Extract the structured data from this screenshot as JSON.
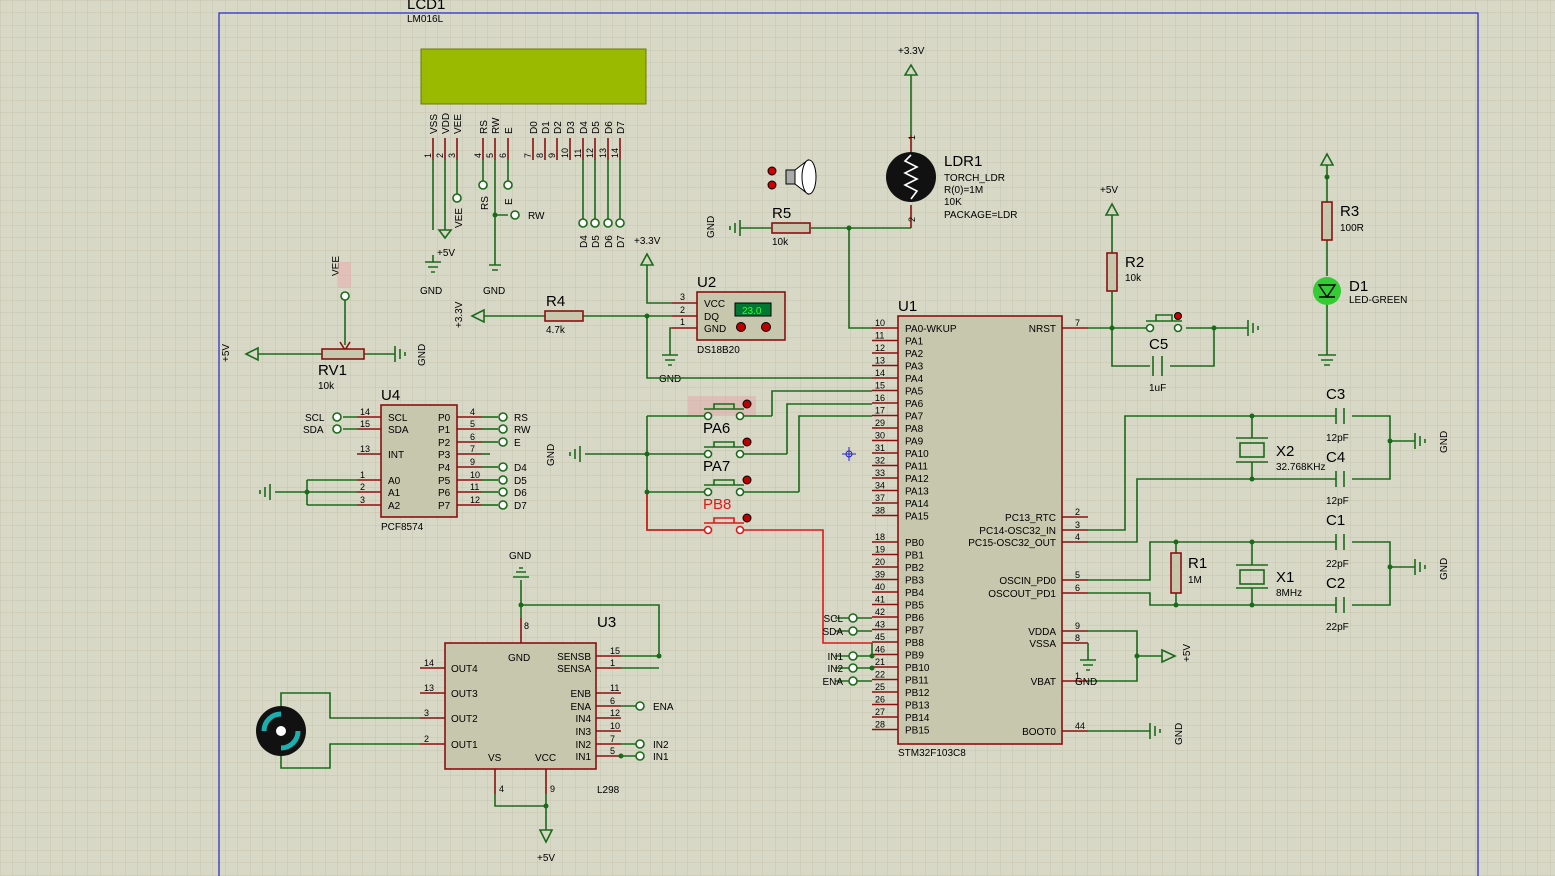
{
  "lcd": {
    "ref": "LCD1",
    "part": "LM016L",
    "pins": [
      "VSS",
      "VDD",
      "VEE",
      "RS",
      "RW",
      "E",
      "D0",
      "D1",
      "D2",
      "D3",
      "D4",
      "D5",
      "D6",
      "D7"
    ],
    "pin_nums": [
      "1",
      "2",
      "3",
      "4",
      "5",
      "6",
      "7",
      "8",
      "9",
      "10",
      "11",
      "12",
      "13",
      "14"
    ],
    "term_rs": "RS",
    "term_e": "E",
    "term_rw": "RW",
    "term_vee": "VEE",
    "term_d": [
      "D4",
      "D5",
      "D6",
      "D7"
    ]
  },
  "power": {
    "p33": "+3.3V",
    "p5": "+5V",
    "gnd": "GND",
    "vee": "VEE"
  },
  "u1": {
    "ref": "U1",
    "part": "STM32F103C8",
    "left_pins": [
      "PA0-WKUP",
      "PA1",
      "PA2",
      "PA3",
      "PA4",
      "PA5",
      "PA6",
      "PA7",
      "PA8",
      "PA9",
      "PA10",
      "PA11",
      "PA12",
      "PA13",
      "PA14",
      "PA15",
      "PB0",
      "PB1",
      "PB2",
      "PB3",
      "PB4",
      "PB5",
      "PB6",
      "PB7",
      "PB8",
      "PB9",
      "PB10",
      "PB11",
      "PB12",
      "PB13",
      "PB14",
      "PB15"
    ],
    "left_nums": [
      "10",
      "11",
      "12",
      "13",
      "14",
      "15",
      "16",
      "17",
      "29",
      "30",
      "31",
      "32",
      "33",
      "34",
      "37",
      "38",
      "18",
      "19",
      "20",
      "39",
      "40",
      "41",
      "42",
      "43",
      "45",
      "46",
      "21",
      "22",
      "25",
      "26",
      "27",
      "28"
    ],
    "right_pins": [
      "NRST",
      "PC13_RTC",
      "PC14-OSC32_IN",
      "PC15-OSC32_OUT",
      "OSCIN_PD0",
      "OSCOUT_PD1",
      "VDDA",
      "VSSA",
      "VBAT",
      "BOOT0"
    ],
    "right_nums": [
      "7",
      "2",
      "3",
      "4",
      "5",
      "6",
      "9",
      "8",
      "1",
      "44"
    ]
  },
  "u2": {
    "ref": "U2",
    "part": "DS18B20",
    "pins": [
      "VCC",
      "DQ",
      "GND"
    ],
    "nums": [
      "3",
      "2",
      "1"
    ],
    "display": "23.0"
  },
  "u3": {
    "ref": "U3",
    "part": "L298",
    "left": [
      "OUT4",
      "OUT3",
      "OUT2",
      "OUT1"
    ],
    "left_nums": [
      "14",
      "13",
      "3",
      "2"
    ],
    "right": [
      "SENSB",
      "SENSA",
      "ENB",
      "ENA",
      "IN4",
      "IN3",
      "IN2",
      "IN1"
    ],
    "right_nums": [
      "15",
      "1",
      "11",
      "6",
      "12",
      "10",
      "7",
      "5"
    ],
    "gnd": "GND",
    "vs": "VS",
    "vcc": "VCC",
    "nums_top": "8",
    "nums_bottom": [
      "4",
      "9"
    ],
    "terms": [
      "ENA",
      "IN2",
      "IN1"
    ]
  },
  "u4": {
    "ref": "U4",
    "part": "PCF8574",
    "left": [
      "SCL",
      "SDA",
      "INT",
      "A0",
      "A1",
      "A2"
    ],
    "left_nums": [
      "14",
      "15",
      "13",
      "1",
      "2",
      "3"
    ],
    "right": [
      "P0",
      "P1",
      "P2",
      "P3",
      "P4",
      "P5",
      "P6",
      "P7"
    ],
    "right_nums": [
      "4",
      "5",
      "6",
      "7",
      "9",
      "10",
      "11",
      "12"
    ],
    "left_terms": [
      "SCL",
      "SDA"
    ],
    "right_terms": [
      "RS",
      "RW",
      "E",
      "",
      "D4",
      "D5",
      "D6",
      "D7"
    ]
  },
  "u1_terms": [
    "SCL",
    "SDA",
    "IN1",
    "IN2",
    "ENA"
  ],
  "ldr": {
    "ref": "LDR1",
    "lines": [
      "TORCH_LDR",
      "R(0)=1M",
      "10K",
      "PACKAGE=LDR"
    ],
    "n1": "1",
    "n2": "2"
  },
  "resistors": [
    {
      "ref": "R5",
      "val": "10k"
    },
    {
      "ref": "R4",
      "val": "4.7k"
    },
    {
      "ref": "R2",
      "val": "10k"
    },
    {
      "ref": "R3",
      "val": "100R"
    },
    {
      "ref": "R1",
      "val": "1M"
    },
    {
      "ref": "RV1",
      "val": "10k"
    }
  ],
  "caps": [
    {
      "ref": "C5",
      "val": "1uF"
    },
    {
      "ref": "C3",
      "val": "12pF"
    },
    {
      "ref": "C4",
      "val": "12pF"
    },
    {
      "ref": "C1",
      "val": "22pF"
    },
    {
      "ref": "C2",
      "val": "22pF"
    }
  ],
  "crystals": [
    {
      "ref": "X2",
      "val": "32.768KHz"
    },
    {
      "ref": "X1",
      "val": "8MHz"
    }
  ],
  "diode": {
    "ref": "D1",
    "val": "LED-GREEN"
  },
  "buttons": [
    "PA6",
    "PA7",
    "PB8"
  ],
  "colors": {
    "bg": "#d8d8c6",
    "grid": "#c4c4b0",
    "wire": "#1a6a1a",
    "pin": "#8a1010",
    "body": "#c7c7ad",
    "lcd": "#9aba00",
    "frame": "#2222cc"
  }
}
